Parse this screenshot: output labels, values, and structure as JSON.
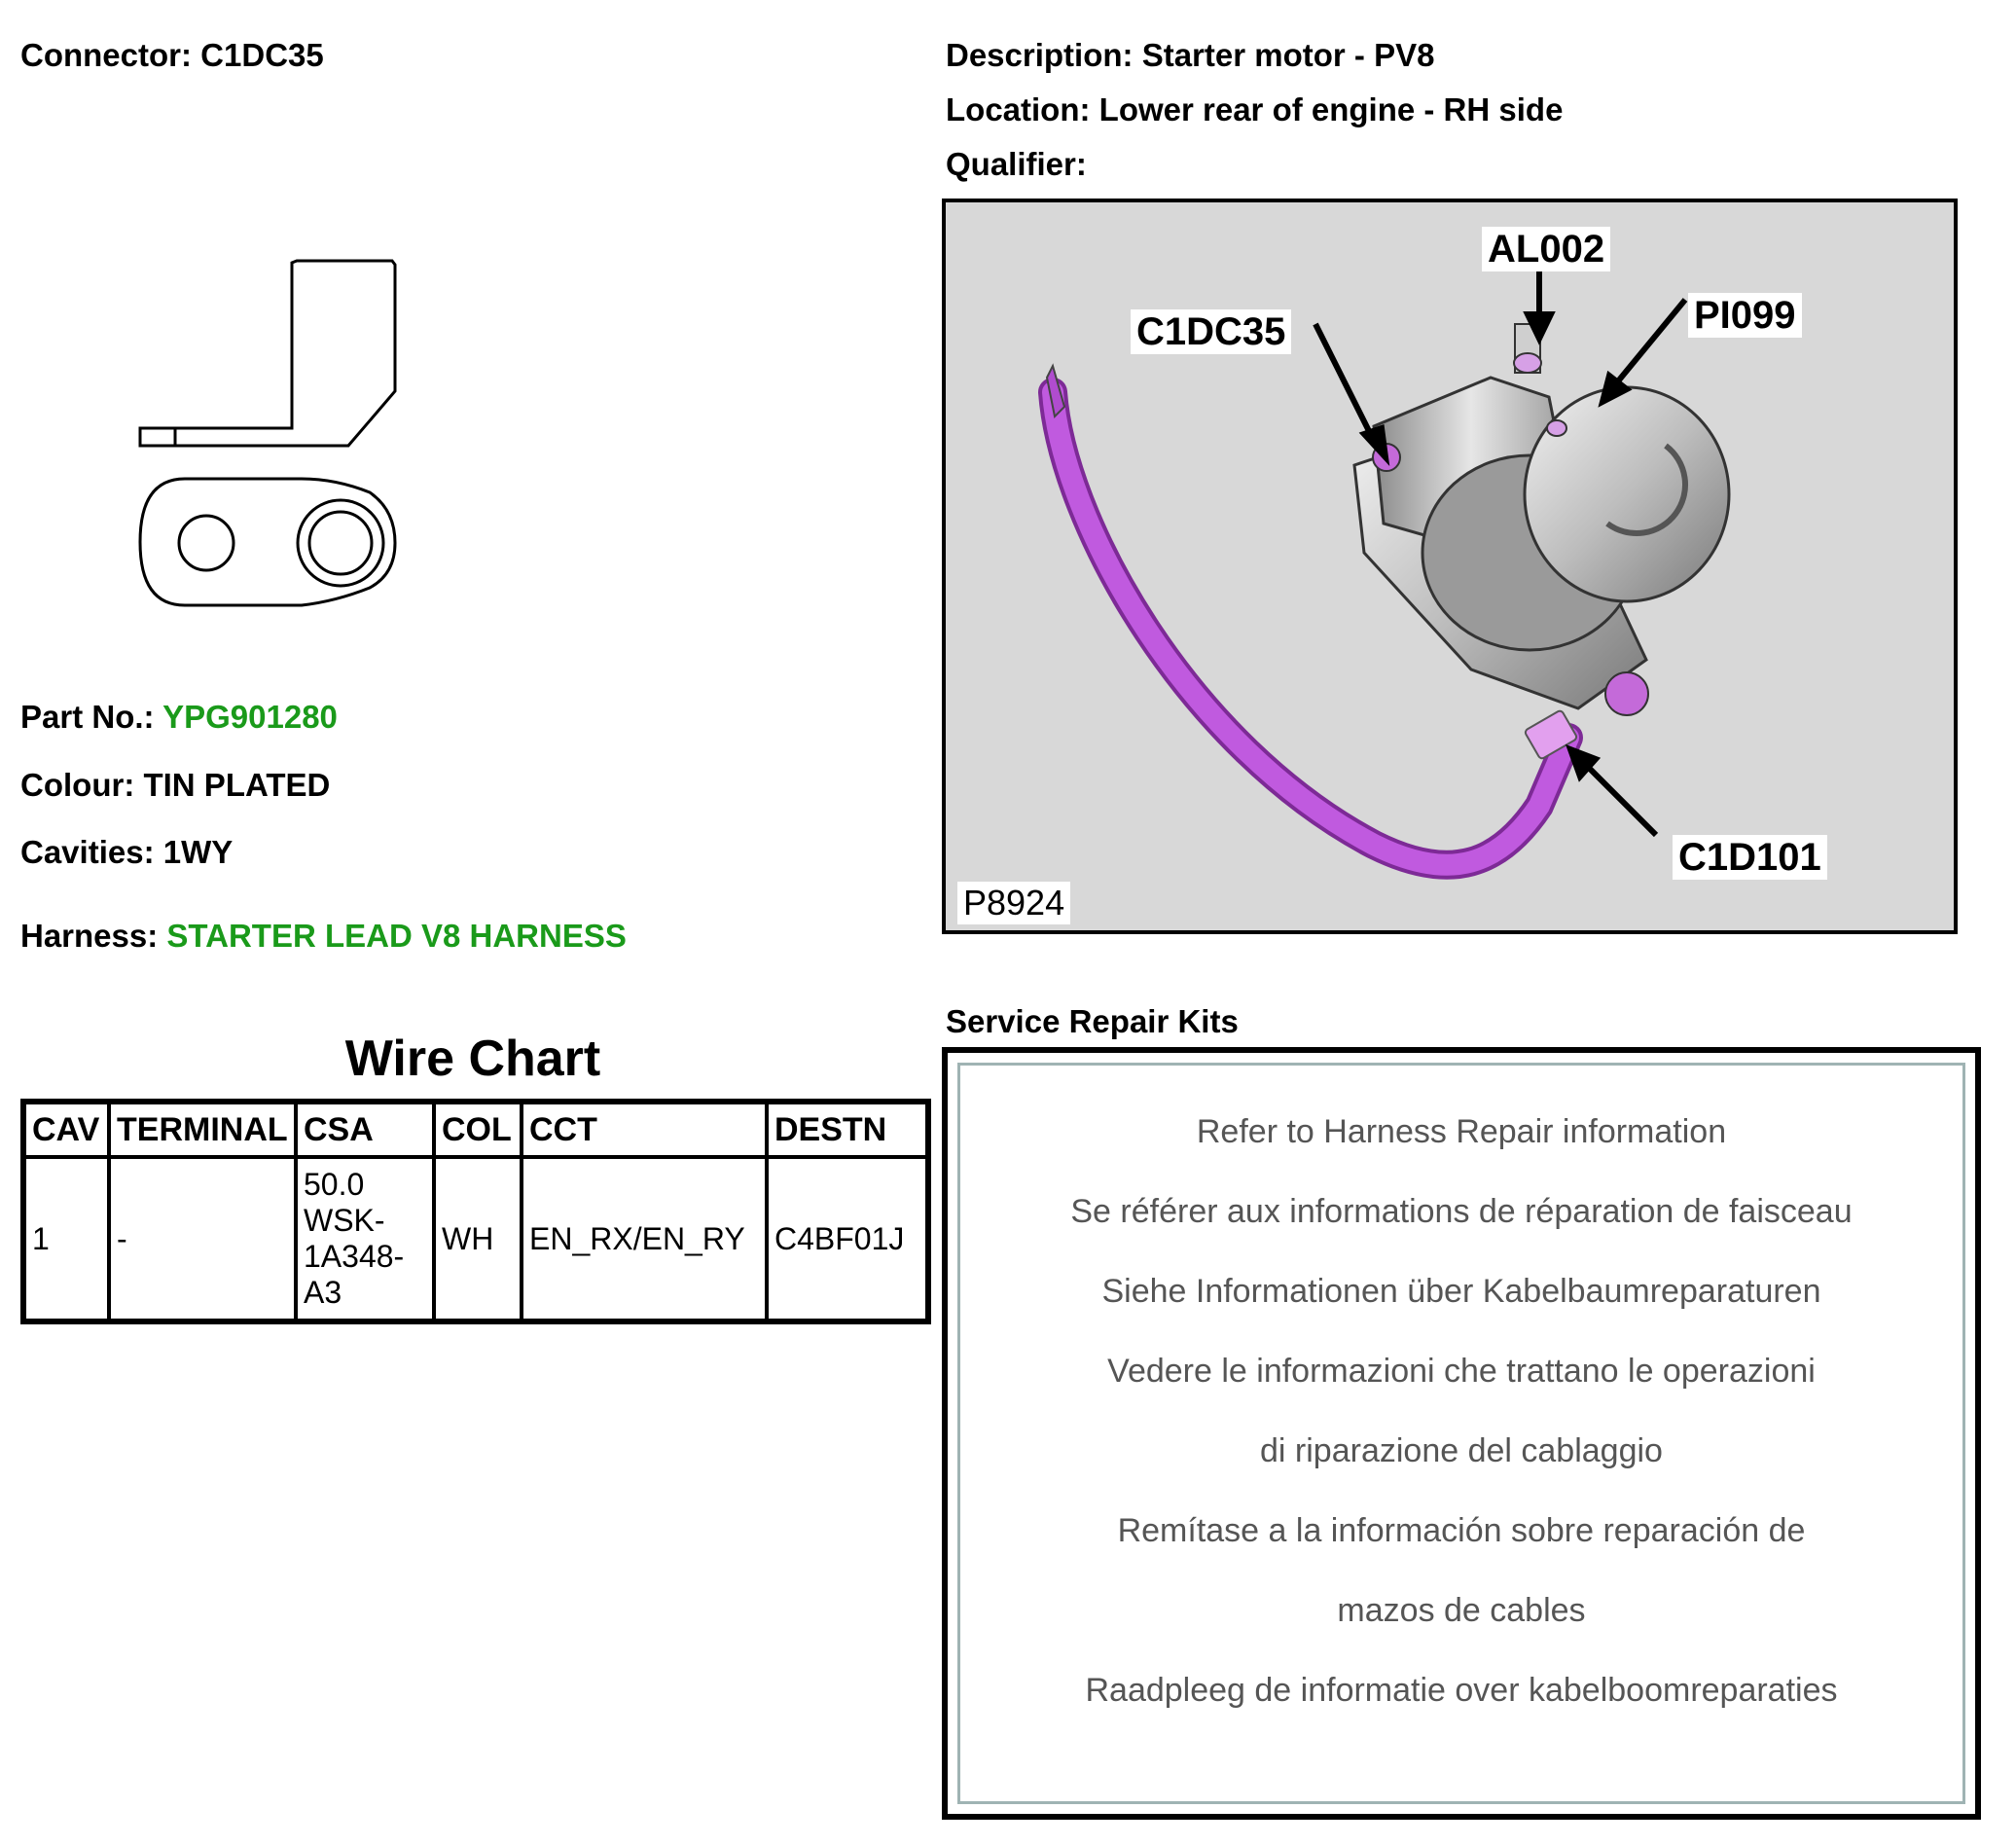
{
  "connector": {
    "label": "Connector:",
    "value": "C1DC35"
  },
  "description": {
    "label": "Description:",
    "value": "Starter motor - PV8"
  },
  "location": {
    "label": "Location:",
    "value": "Lower rear of engine - RH side"
  },
  "qualifier": {
    "label": "Qualifier:",
    "value": ""
  },
  "part_no": {
    "label": "Part No.:",
    "value": "YPG901280"
  },
  "colour": {
    "label": "Colour:",
    "value": "TIN PLATED"
  },
  "cavities": {
    "label": "Cavities:",
    "value": "1WY"
  },
  "harness": {
    "label": "Harness:",
    "value": "STARTER LEAD V8 HARNESS"
  },
  "wire_chart": {
    "title": "Wire Chart",
    "headers": [
      "CAV",
      "TERMINAL",
      "CSA",
      "COL",
      "CCT",
      "DESTN"
    ],
    "rows": [
      {
        "cav": "1",
        "terminal": "-",
        "csa": [
          "50.0",
          "WSK-",
          "1A348-",
          "A3"
        ],
        "col": "WH",
        "cct": "EN_RX/EN_RY",
        "destn": "C4BF01J"
      }
    ]
  },
  "photo": {
    "id": "P8924",
    "callouts": [
      "AL002",
      "C1DC35",
      "PI099",
      "C1D101"
    ],
    "highlight_color": "#b04ccf"
  },
  "service_repair_kits": {
    "title": "Service Repair Kits",
    "lines": [
      "Refer to Harness Repair information",
      "Se référer aux informations de réparation de faisceau",
      "Siehe Informationen über Kabelbaumreparaturen",
      "Vedere le informazioni che trattano le operazioni",
      "di riparazione del cablaggio",
      "Remítase a la información sobre reparación de",
      "mazos de cables",
      "Raadpleeg de informatie over kabelboomreparaties"
    ]
  }
}
